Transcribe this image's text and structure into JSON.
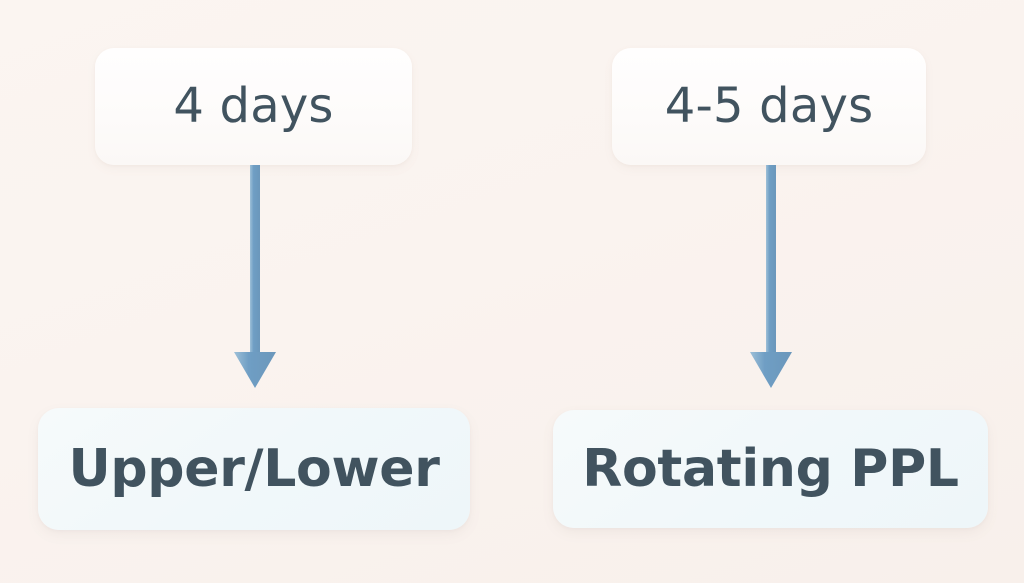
{
  "diagram": {
    "type": "flow",
    "background_color": "#faf3ef",
    "orientation": "top-to-bottom",
    "columns": 2,
    "nodes": [
      {
        "id": "duration-left",
        "label": "4 days",
        "role": "training-frequency",
        "column": 1,
        "row": 1,
        "fill_color": "#fdfbfa",
        "text_color": "#41535f"
      },
      {
        "id": "duration-right",
        "label": "4-5 days",
        "role": "training-frequency",
        "column": 2,
        "row": 1,
        "fill_color": "#fdfbfa",
        "text_color": "#41535f"
      },
      {
        "id": "split-left",
        "label": "Upper/Lower",
        "role": "training-split",
        "column": 1,
        "row": 2,
        "fill_color": "#f1f8fa",
        "text_color": "#41535f"
      },
      {
        "id": "split-right",
        "label": "Rotating PPL",
        "role": "training-split",
        "column": 2,
        "row": 2,
        "fill_color": "#f1f8fa",
        "text_color": "#41535f"
      }
    ],
    "connectors": [
      {
        "id": "arrow-left",
        "from": "duration-left",
        "to": "split-left",
        "direction": "down",
        "color": "#6f9ec4"
      },
      {
        "id": "arrow-right",
        "from": "duration-right",
        "to": "split-right",
        "direction": "down",
        "color": "#6f9ec4"
      }
    ],
    "palette": {
      "arrow": "#6f9ec4",
      "arrow_light": "#8fb4d0",
      "text": "#41535f",
      "node_top": "#fdfbfa",
      "node_bottom": "#f1f8fa",
      "background": "#faf3ef"
    }
  }
}
